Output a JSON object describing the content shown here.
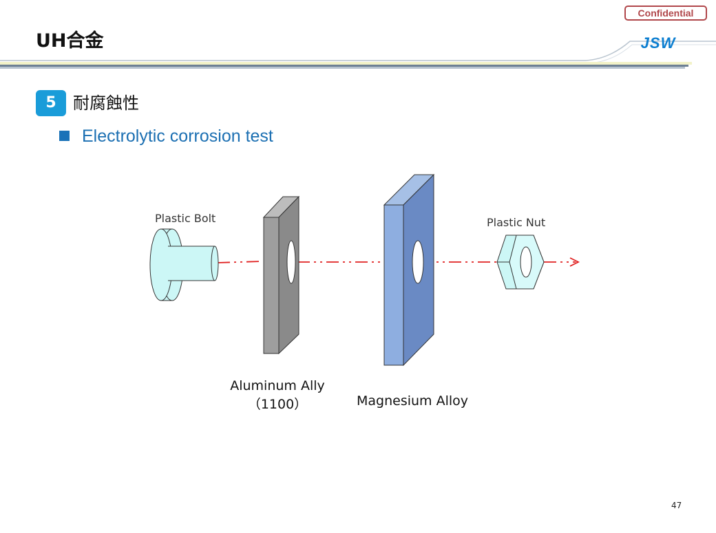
{
  "header": {
    "title": "UH合金",
    "confidential_badge": "Confidential",
    "logo_text": "JSW"
  },
  "section": {
    "number": "5",
    "title": "耐腐蝕性"
  },
  "bullet": {
    "text": "Electrolytic corrosion test"
  },
  "diagram": {
    "labels": {
      "plastic_bolt": "Plastic Bolt",
      "plastic_nut": "Plastic Nut",
      "aluminum_line1": "Aluminum Ally",
      "aluminum_line2": "（1100）",
      "magnesium": "Magnesium Alloy"
    },
    "colors": {
      "plastic": "#ccf7f6",
      "aluminum_front": "#999999",
      "aluminum_side": "#8a8a8a",
      "magnesium_front": "#7d9fd2",
      "magnesium_side": "#6a8ac4",
      "axis_line": "#e02020"
    }
  },
  "footer": {
    "page_number": "47"
  }
}
